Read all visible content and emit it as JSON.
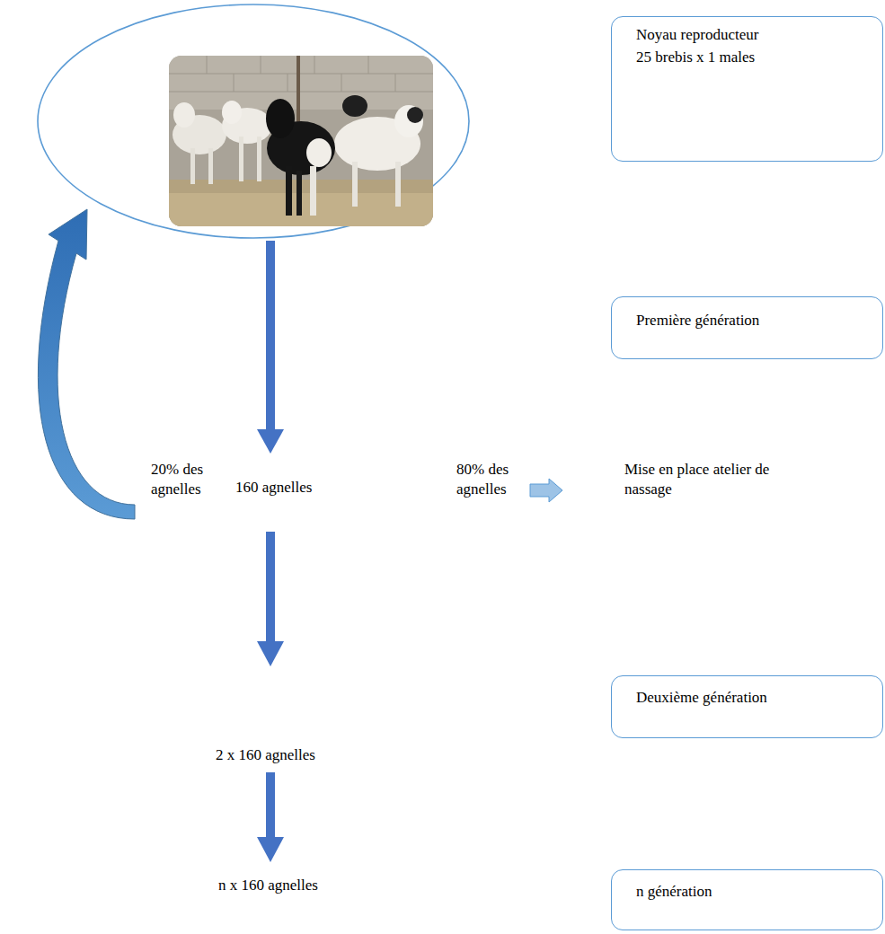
{
  "diagram": {
    "nodes": [
      {
        "text": [
          "Noyau reproducteur",
          "25 brebis x 1 males"
        ]
      },
      {
        "text": [
          "Première génération"
        ]
      },
      {
        "text": [
          "Deuxième génération"
        ]
      },
      {
        "text": [
          "n génération"
        ]
      }
    ],
    "labels": [
      "20% des agnelles",
      "160 agnelles",
      "80% des agnelles",
      "Mise en place atelier de nassage",
      "2 x 160 agnelles",
      "n x 160 agnelles"
    ]
  }
}
